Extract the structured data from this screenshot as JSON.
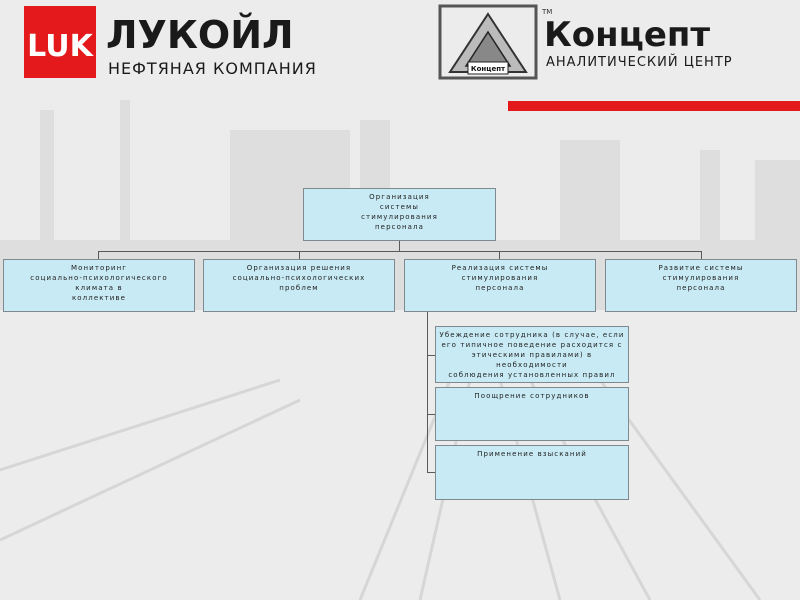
{
  "brand_left": {
    "logo_letters": "LUK",
    "name": "ЛУКОЙЛ",
    "subtitle": "НЕФТЯНАЯ КОМПАНИЯ"
  },
  "brand_right": {
    "name": "Концепт",
    "subtitle": "АНАЛИТИЧЕСКИЙ ЦЕНТР",
    "trademark": "TM",
    "emblem_text": "Концепт"
  },
  "colors": {
    "accent_red": "#e3191c",
    "box_fill": "#c8eaf4"
  },
  "diagram": {
    "root": {
      "lines": [
        "Организация",
        "системы",
        "стимулирования",
        "персонала"
      ]
    },
    "level1": [
      {
        "lines": [
          "Мониторинг",
          "социально-психологического",
          "климата в",
          "коллективе"
        ]
      },
      {
        "lines": [
          "Организация решения",
          "социально-психологических",
          "проблем"
        ]
      },
      {
        "lines": [
          "Реализация системы",
          "стимулирования",
          "персонала"
        ]
      },
      {
        "lines": [
          "Развитие системы",
          "стимулирования",
          "персонала"
        ]
      }
    ],
    "level2": [
      {
        "lines": [
          "Убеждение сотрудника (в случае, если",
          "его типичное поведение расходится с",
          "этическими правилами) в необходимости",
          "соблюдения установленных правил"
        ]
      },
      {
        "lines": [
          "Поощрение сотрудников"
        ]
      },
      {
        "lines": [
          "Применение взысканий"
        ]
      }
    ]
  }
}
